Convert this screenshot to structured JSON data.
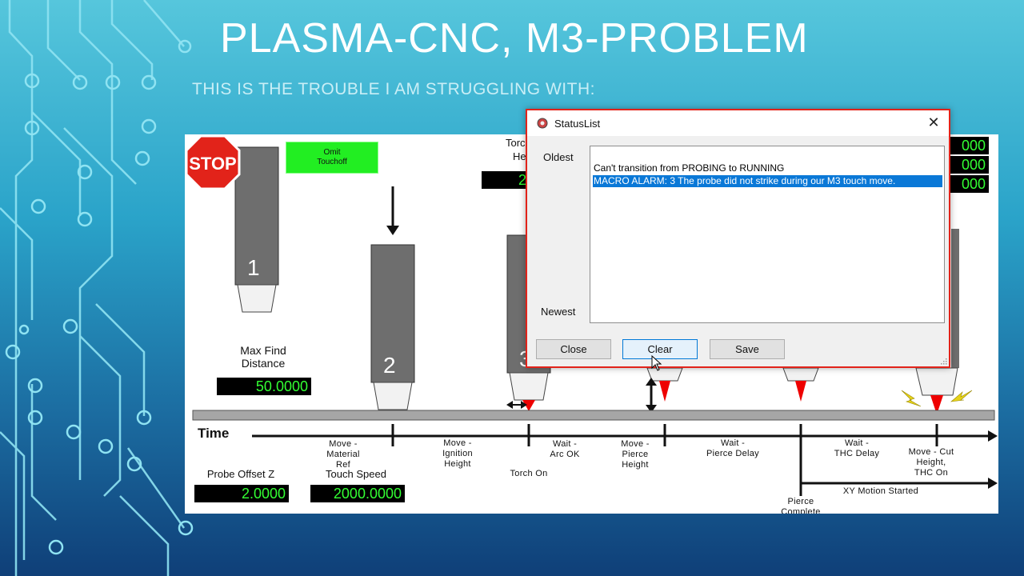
{
  "slide": {
    "title": "PLASMA-CNC, M3-PROBLEM",
    "subtitle": "THIS IS THE TROUBLE I AM STRUGGLING WITH:"
  },
  "diagram": {
    "omit_touchoff_line1": "Omit",
    "omit_touchoff_line2": "Touchoff",
    "torch_numbers": [
      "1",
      "2",
      "3"
    ],
    "max_find_label_1": "Max Find",
    "max_find_label_2": "Distance",
    "max_find_value": "50.0000",
    "probe_offset_label": "Probe Offset Z",
    "probe_offset_value": "2.0000",
    "touch_speed_label": "Touch Speed",
    "touch_speed_value": "2000.0000",
    "torch_label_partial_1": "Torc",
    "torch_label_partial_2": "He",
    "torch_value_partial": "2",
    "right_values_partial": [
      "000",
      "000",
      "000"
    ],
    "stop_text": "STOP",
    "time_label": "Time",
    "steps": {
      "move_material_1": "Move -",
      "move_material_2": "Material",
      "move_material_3": "Ref",
      "move_ignition_1": "Move -",
      "move_ignition_2": "Ignition",
      "move_ignition_3": "Height",
      "torch_on": "Torch On",
      "wait_arc_1": "Wait -",
      "wait_arc_2": "Arc OK",
      "move_pierce_1": "Move -",
      "move_pierce_2": "Pierce",
      "move_pierce_3": "Height",
      "wait_pierce_1": "Wait -",
      "wait_pierce_2": "Pierce Delay",
      "pierce_complete_1": "Pierce",
      "pierce_complete_2": "Complete",
      "wait_thc_1": "Wait -",
      "wait_thc_2": "THC  Delay",
      "move_cut_1": "Move -  Cut",
      "move_cut_2": "Height,",
      "move_cut_3": "THC On",
      "xy_motion": "XY Motion Started"
    }
  },
  "dialog": {
    "title": "StatusList",
    "oldest_label": "Oldest",
    "newest_label": "Newest",
    "messages": [
      "Can't transition from PROBING to RUNNING",
      "MACRO ALARM: 3 The probe did not strike during our M3 touch move."
    ],
    "close_label": "Close",
    "clear_label": "Clear",
    "save_label": "Save",
    "close_icon": "close-icon"
  },
  "colors": {
    "dialog_border": "#e2231a",
    "selection": "#0a78d7",
    "dro_text": "#33ff33",
    "omit_button": "#22ee22"
  }
}
